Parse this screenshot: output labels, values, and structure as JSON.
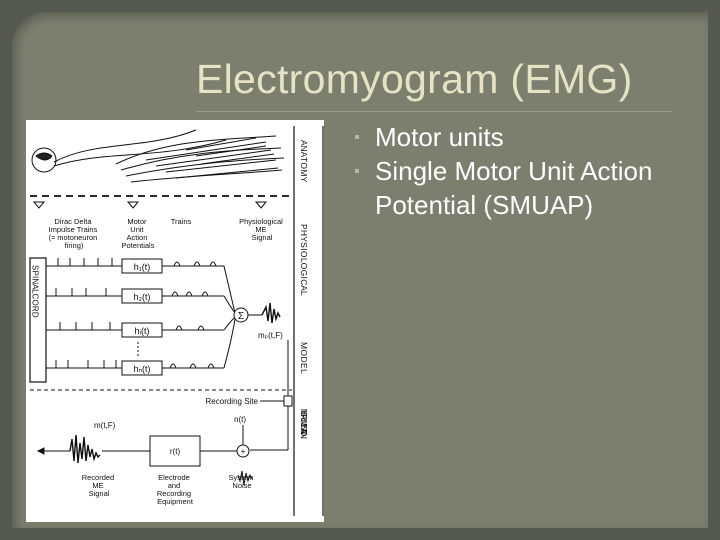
{
  "slide": {
    "title": "Electromyogram (EMG)",
    "bullets": [
      "Motor units",
      "Single Motor Unit Action Potential (SMUAP)"
    ]
  },
  "figure": {
    "side_labels": [
      "A N A T O M Y",
      "P H Y S I O L O G I C A L",
      "M O D E L",
      "I N S T R U M E N T A T I O N"
    ],
    "spinal_label": "S P I N A L   C O R D",
    "col_dirac": [
      "Dirac Delta",
      "Impulse Trains",
      "(≈ motoneuron",
      "firing)"
    ],
    "col_muap": [
      "Motor",
      "Unit",
      "Action",
      "Potentials"
    ],
    "col_trains": "Trains",
    "col_phys": [
      "Physiological",
      "ME",
      "Signal"
    ],
    "h_boxes": [
      "h₁(t)",
      "h₂(t)",
      "hᵢ(t)",
      "hₙ(t)"
    ],
    "sum_symbol": "Σ",
    "mp_label": "mₚ(t,F)",
    "recording_site": "Recording Site",
    "m_label": "m(t,F)",
    "n_label": "n(t)",
    "r_label": "r(t)",
    "plus_symbol": "+",
    "bottom_labels": {
      "recorded": [
        "Recorded",
        "ME",
        "Signal"
      ],
      "electrode": [
        "Electrode",
        "and",
        "Recording",
        "Equipment"
      ],
      "noise": [
        "System",
        "Noise"
      ]
    }
  }
}
